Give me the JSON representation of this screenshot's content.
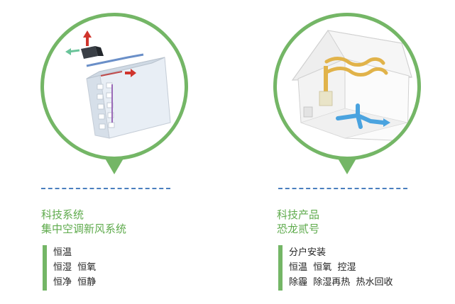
{
  "left": {
    "title_line1": "科技系统",
    "title_line2": "集中空调新风系统",
    "features": [
      "恒温",
      "恒湿  恒氧",
      "恒净  恒静"
    ],
    "illustration": "building-ventilation-illustration"
  },
  "right": {
    "title_line1": "科技产品",
    "title_line2": "恐龙贰号",
    "features": [
      "分户安装",
      "恒温  恒氧  控湿",
      "除霾  除湿再热  热水回收"
    ],
    "illustration": "house-heating-illustration"
  },
  "colors": {
    "accent_green": "#74b666",
    "title_green": "#5fab4d",
    "dash_blue": "#4a7fbe",
    "text_dark": "#222222"
  }
}
